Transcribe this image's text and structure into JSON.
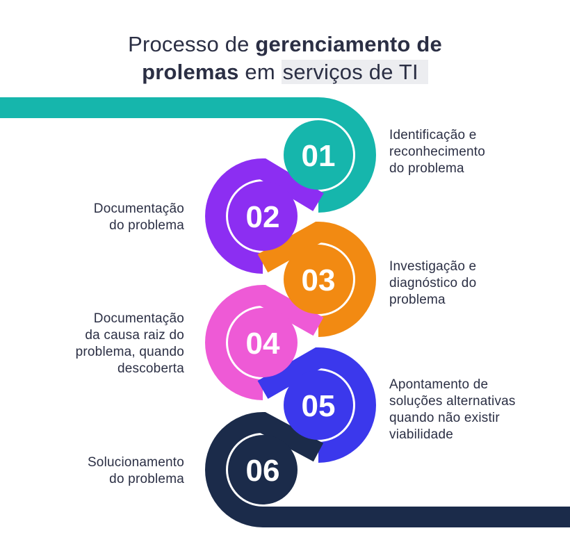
{
  "title": {
    "part1": "Processo de ",
    "part2_bold": "gerenciamento de",
    "part3_bold": "prolemas",
    "part4": " em ",
    "part5_highlight": "serviços de TI"
  },
  "steps": [
    {
      "number": "01",
      "color": "#16b6ac",
      "label": [
        "Identificação e",
        "reconhecimento",
        "do problema"
      ]
    },
    {
      "number": "02",
      "color": "#8c2ef2",
      "label": [
        "Documentação",
        "do problema"
      ]
    },
    {
      "number": "03",
      "color": "#f28a12",
      "label": [
        "Investigação e",
        "diagnóstico do",
        "problema"
      ]
    },
    {
      "number": "04",
      "color": "#ee5ad6",
      "label": [
        "Documentação",
        "da causa raiz do",
        "problema, quando",
        "descoberta"
      ]
    },
    {
      "number": "05",
      "color": "#3b38ec",
      "label": [
        "Apontamento de",
        "soluções alternativas",
        "quando não existir",
        "viabilidade"
      ]
    },
    {
      "number": "06",
      "color": "#1b2b4a",
      "label": [
        "Solucionamento",
        "do problema"
      ]
    }
  ]
}
